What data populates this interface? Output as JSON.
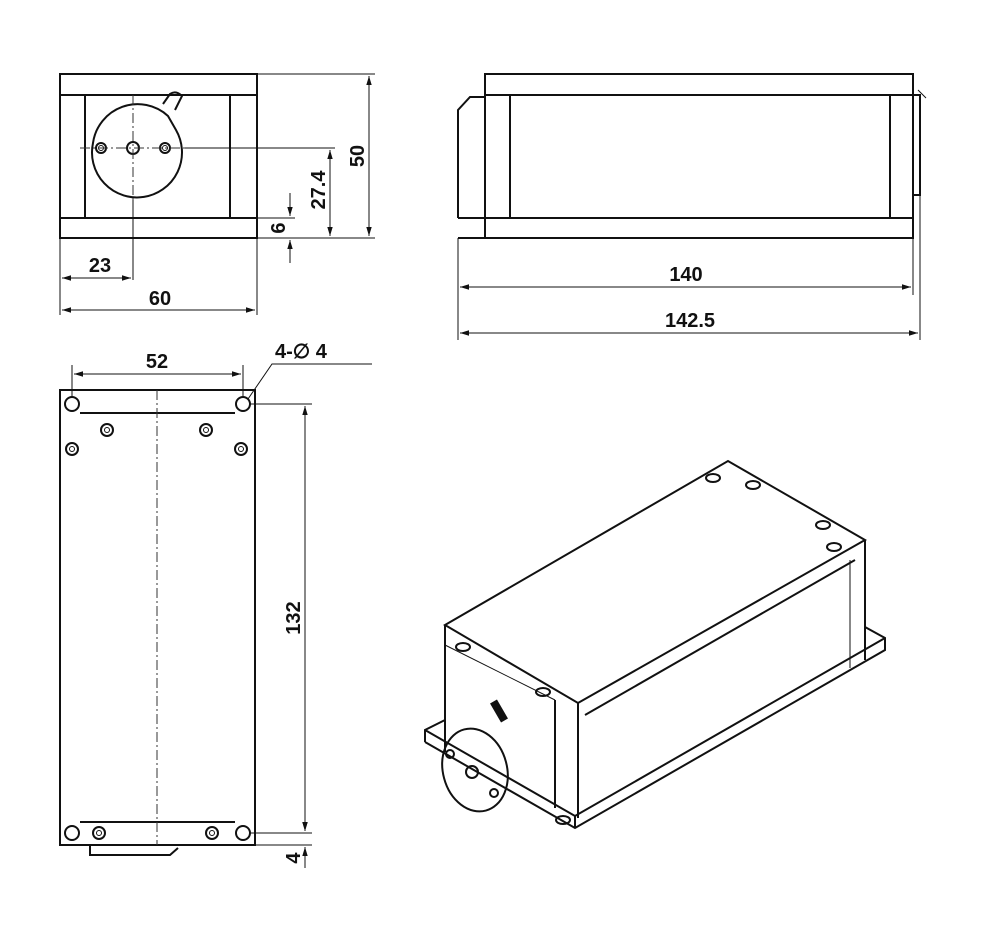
{
  "drawing": {
    "front_view": {
      "width_label": "60",
      "offset_label": "23",
      "height_label": "50",
      "axis_height_label": "27.4",
      "base_label": "6"
    },
    "side_view": {
      "length_label": "140",
      "overall_length_label": "142.5"
    },
    "top_view": {
      "hole_spacing_label": "52",
      "hole_callout_label": "4-∅ 4",
      "hole_pitch_label": "132",
      "edge_offset_label": "4"
    },
    "colors": {
      "line": "#111111",
      "background": "#ffffff"
    }
  }
}
